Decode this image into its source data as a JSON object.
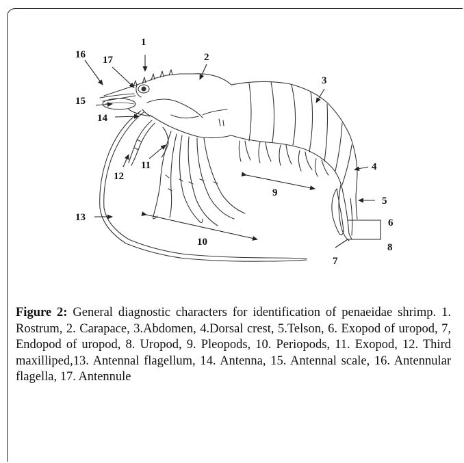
{
  "labels": {
    "l1": "1",
    "l2": "2",
    "l3": "3",
    "l4": "4",
    "l5": "5",
    "l6": "6",
    "l7": "7",
    "l8": "8",
    "l9": "9",
    "l10": "10",
    "l11": "11",
    "l12": "12",
    "l13": "13",
    "l14": "14",
    "l15": "15",
    "l16": "16",
    "l17": "17"
  },
  "caption": {
    "figure_label": "Figure 2:",
    "text": " General diagnostic characters for identification of penaeidae shrimp. 1. Rostrum, 2. Carapace, 3.Abdomen, 4.Dorsal crest, 5.Telson, 6. Exopod of uropod, 7, Endopod of uropod, 8. Uropod, 9. Pleopods, 10. Periopods, 11. Exopod, 12. Third maxilliped,13. Antennal flagellum, 14. Antenna, 15. Antennal scale, 16. Antennular flagella, 17. Antennule"
  }
}
